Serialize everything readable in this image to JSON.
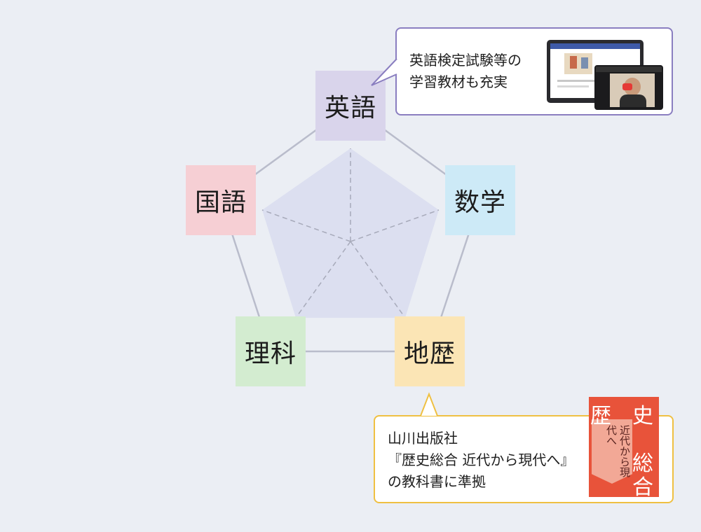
{
  "subjects": {
    "english": {
      "label": "英語",
      "color": "#d9d4eb"
    },
    "math": {
      "label": "数学",
      "color": "#cdeaf7"
    },
    "history": {
      "label": "地歴",
      "color": "#fbe5b5"
    },
    "science": {
      "label": "理科",
      "color": "#d3ecd0"
    },
    "japanese": {
      "label": "国語",
      "color": "#f6cfd4"
    }
  },
  "callout_english": {
    "line1": "英語検定試験等の",
    "line2": "学習教材も充実",
    "border_color": "#8a7ec0"
  },
  "callout_history": {
    "line1": "山川出版社",
    "line2": "『歴史総合 近代から現代へ』",
    "line3": "の教科書に準拠",
    "border_color": "#efc042"
  },
  "book": {
    "title_char_1": "歴",
    "title_char_2": "史",
    "title_char_3": "総",
    "title_char_4": "合",
    "subtitle": "近代から現代へ",
    "cover_color": "#e8533a"
  },
  "colors": {
    "background": "#ebeef4",
    "pentagon_fill": "#dcdff0",
    "connector": "#b9bccb"
  }
}
